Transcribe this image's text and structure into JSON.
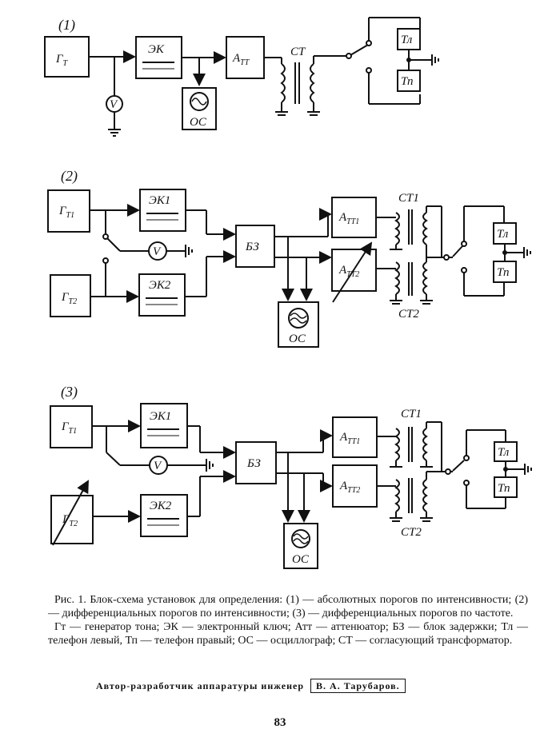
{
  "labels": {
    "num1": "(1)",
    "num2": "(2)",
    "num3": "(3)",
    "gt": "Г",
    "gt_sub": "Т",
    "gt1_sub": "Т1",
    "gt2_sub": "Т2",
    "ek": "ЭК",
    "ek1": "ЭК1",
    "ek2": "ЭК2",
    "att": "А",
    "att_sub": "ТТ",
    "att1_sub": "ТТ1",
    "att2_sub": "ТТ2",
    "ct": "СТ",
    "ct1": "СТ1",
    "ct2": "СТ2",
    "tl": "Тл",
    "tp": "Тп",
    "v": "V",
    "os": "ОС",
    "bz": "БЗ"
  },
  "caption": {
    "line1": "Рис. 1. Блок-схема установок для определения: (1) — абсолютных порогов по интенсивности; (2) — дифференциальных порогов по интенсивности; (3) — дифференциальных порогов по частоте.",
    "line2": "Гт — генератор тона; ЭК — электронный ключ; Атт — аттенюатор; БЗ — блок задержки; Тл — телефон левый, Тп — телефон правый; ОС — осциллограф; СТ — согласующий трансформатор."
  },
  "author": {
    "text": "Автор-разработчик аппаратуры инженер",
    "name": "В. А. Тарубаров."
  },
  "page_number": "83"
}
